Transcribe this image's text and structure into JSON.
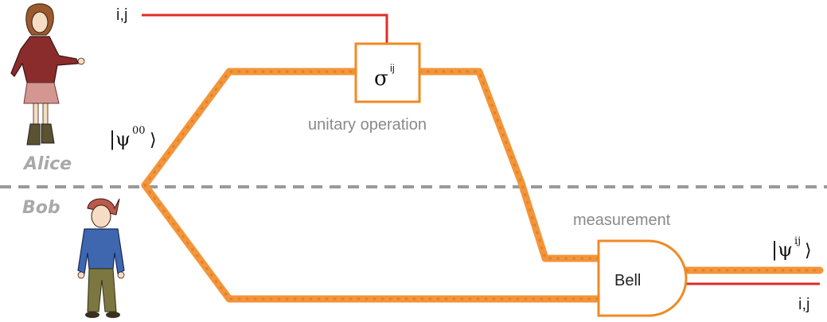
{
  "labels": {
    "classical_in": "i,j",
    "classical_out": "i,j",
    "unitary": "unitary operation",
    "measurement": "measurement",
    "bell": "Bell",
    "sigma": "σ",
    "sigma_sup": "ij",
    "alice": "Alice",
    "bob": "Bob",
    "psi_in": "|ψ",
    "psi_in_sup": "00",
    "psi_out": "|ψ",
    "psi_out_sup": "ij",
    "ket_close": "⟩"
  },
  "colors": {
    "photon": "#f3953a",
    "classical": "#e02b27",
    "box": "#f08a24",
    "divider": "#9a9a9a"
  }
}
